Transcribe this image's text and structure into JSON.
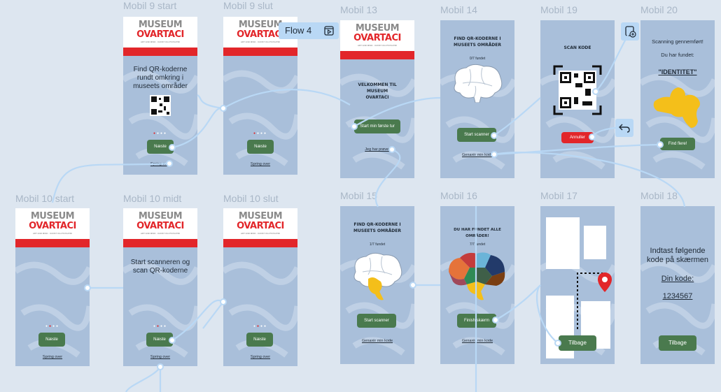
{
  "flow": {
    "label": "Flow 4"
  },
  "frames": {
    "m9start": {
      "label": "Mobil 9 start",
      "text": "Find QR-koderne rundt omkring i museets områder",
      "next": "Næste",
      "skip": "Spring over"
    },
    "m9slut": {
      "label": "Mobil 9 slut",
      "next": "Næste",
      "skip": "Spring over"
    },
    "m13": {
      "label": "Mobil 13",
      "text": "VELKOMMEN TIL MUSEUM OVARTACI",
      "start": "Start min første tur",
      "tried": "Jeg har prøvet"
    },
    "m14": {
      "label": "Mobil 14",
      "title": "FIND QR-KODERNE I MUSEETS OMRÅDER",
      "found": "0/7 fundet",
      "scan": "Start scanner",
      "regen": "Genarér min kode"
    },
    "m19": {
      "label": "Mobil 19",
      "title": "SCAN KODE",
      "cancel": "Annuller"
    },
    "m20": {
      "label": "Mobil 20",
      "done": "Scanning gennemført!",
      "youfound": "Du har fundet:",
      "item": "\"IDENTITET\"",
      "findmore": "Find flere!"
    },
    "m10start": {
      "label": "Mobil 10 start",
      "next": "Næste",
      "skip": "Spring over"
    },
    "m10midt": {
      "label": "Mobil 10 midt",
      "text": "Start scanneren og scan QR-koderne",
      "next": "Næste",
      "skip": "Spring over"
    },
    "m10slut": {
      "label": "Mobil 10 slut",
      "next": "Næste",
      "skip": "Spring over"
    },
    "m15": {
      "label": "Mobil 15",
      "title": "FIND QR-KODERNE I MUSEETS OMRÅDER",
      "found": "1/7 fundet",
      "scan": "Start scanner",
      "regen": "Genarér min kode"
    },
    "m16": {
      "label": "Mobil 16",
      "title": "DU HAR FUNDET ALLE OMRÅDER!",
      "found": "7/7 fundet",
      "finish": "Finish skærm",
      "regen": "Genarér min kode"
    },
    "m17": {
      "label": "Mobil 17",
      "back": "Tilbage"
    },
    "m18": {
      "label": "Mobil 18",
      "text": "Indtast følgende kode på skærmen",
      "codelabel": "Din kode:",
      "code": "1234567",
      "back": "Tilbage"
    }
  },
  "logo": {
    "line1": "MUSEUM",
    "line2": "OVARTACI",
    "tagline": "ART AND MIND · KUNST OG PSYKIATRI"
  },
  "colors": {
    "background": "#dde6f0",
    "frame": "#a9bfda",
    "accent_red": "#e2262a",
    "button_green": "#4a7a4e",
    "connector": "#b9d8f5"
  }
}
